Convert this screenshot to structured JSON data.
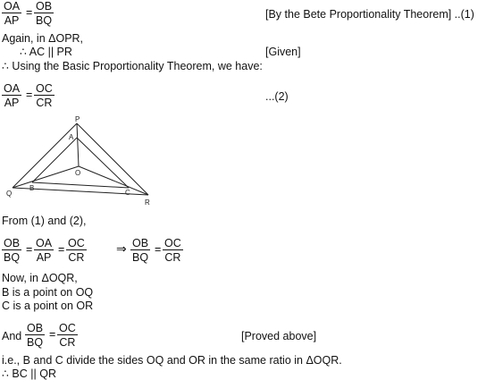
{
  "eq1": {
    "lhs_num": "OA",
    "lhs_den": "AP",
    "rhs_num": "OB",
    "rhs_den": "BQ",
    "equals": "=",
    "reason": "[By the Bete Proportionality Theorem] ..(1)"
  },
  "again_line": "Again, in ΔOPR,",
  "ac_line": "∴ AC || PR",
  "given": "[Given]",
  "using_line": "∴ Using the Basic Proportionality Theorem, we have:",
  "eq2": {
    "lhs_num": "OA",
    "lhs_den": "AP",
    "rhs_num": "OC",
    "rhs_den": "CR",
    "equals": "=",
    "tag": "...(2)"
  },
  "figure": {
    "labels": {
      "P": "P",
      "A": "A",
      "O": "O",
      "Q": "Q",
      "B": "B",
      "C": "C",
      "R": "R"
    },
    "stroke_color": "#222222"
  },
  "from_line": "From (1) and (2),",
  "eq3": {
    "f1_num": "OB",
    "f1_den": "BQ",
    "f2_num": "OA",
    "f2_den": "AP",
    "f3_num": "OC",
    "f3_den": "CR",
    "equals": "=",
    "implies": "⇒",
    "f4_num": "OB",
    "f4_den": "BQ",
    "f5_num": "OC",
    "f5_den": "CR"
  },
  "now_line": "Now, in ΔOQR,",
  "b_line": "B is a point on OQ",
  "c_line": "C is a point on OR",
  "and_eq": {
    "and": "And",
    "lhs_num": "OB",
    "lhs_den": "BQ",
    "equals": "=",
    "rhs_num": "OC",
    "rhs_den": "CR",
    "reason": "[Proved above]"
  },
  "ie_line": "i.e., B and C divide the sides OQ and OR in the same ratio in ΔOQR.",
  "bc_line": "∴ BC || QR"
}
